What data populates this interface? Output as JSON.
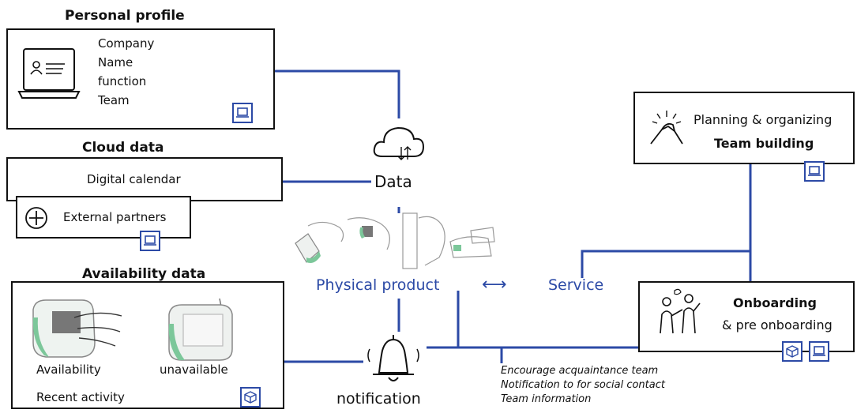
{
  "personal_profile": {
    "title": "Personal profile",
    "fields": [
      "Company",
      "Name",
      "function",
      "Team"
    ]
  },
  "cloud_data": {
    "title": "Cloud data",
    "calendar": "Digital calendar",
    "partners": "External partners"
  },
  "availability_data": {
    "title": "Availability data",
    "available": "Availability",
    "unavailable": "unavailable",
    "recent": "Recent activity"
  },
  "center": {
    "data_label": "Data",
    "physical_product": "Physical product",
    "service": "Service",
    "arrow": "⟷",
    "notification_label": "notification"
  },
  "planning": {
    "line1": "Planning & organizing",
    "line2": "Team building"
  },
  "onboarding": {
    "line1": "Onboarding",
    "line2": "& pre onboarding"
  },
  "notes": [
    "Encourage acquaintance team",
    "Notification to for social contact",
    "Team information"
  ],
  "colors": {
    "connector": "#2c4aa6",
    "ink": "#111111",
    "accent_green": "#7cc79a"
  }
}
